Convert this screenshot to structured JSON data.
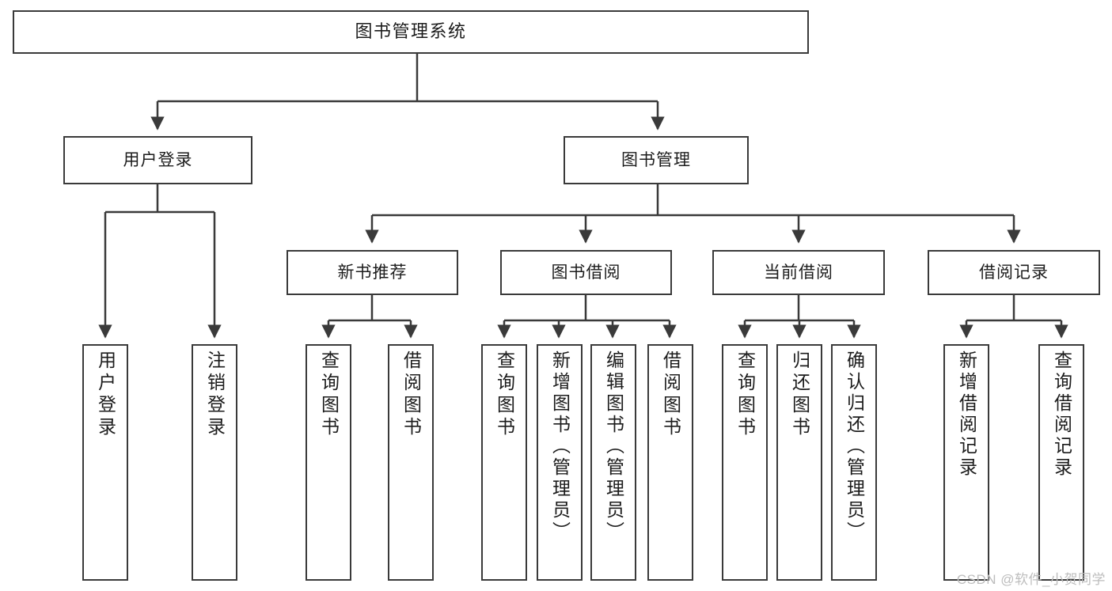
{
  "diagram": {
    "type": "tree-hierarchy",
    "title": "图书管理系统",
    "watermark": "CSDN @软件_小贺同学",
    "colors": {
      "stroke": "#3a3a3a",
      "fill": "#ffffff",
      "text": "#1c1c1c",
      "watermark": "#bdbdbd"
    },
    "nodes": {
      "root": {
        "label": "图书管理系统"
      },
      "level2": [
        {
          "id": "user-login",
          "label": "用户登录"
        },
        {
          "id": "book-manage",
          "label": "图书管理"
        }
      ],
      "level3": [
        {
          "id": "new-book-recommend",
          "label": "新书推荐"
        },
        {
          "id": "book-borrow",
          "label": "图书借阅"
        },
        {
          "id": "current-borrow",
          "label": "当前借阅"
        },
        {
          "id": "borrow-record",
          "label": "借阅记录"
        }
      ],
      "leaves": {
        "user-login": [
          {
            "id": "leaf-user-login",
            "label": "用户登录"
          },
          {
            "id": "leaf-logout",
            "label": "注销登录"
          }
        ],
        "new-book-recommend": [
          {
            "id": "leaf-query-book-1",
            "label": "查询图书"
          },
          {
            "id": "leaf-borrow-book-1",
            "label": "借阅图书"
          }
        ],
        "book-borrow": [
          {
            "id": "leaf-query-book-2",
            "label": "查询图书"
          },
          {
            "id": "leaf-add-book",
            "label": "新增图书（管理员）"
          },
          {
            "id": "leaf-edit-book",
            "label": "编辑图书（管理员）"
          },
          {
            "id": "leaf-borrow-book-2",
            "label": "借阅图书"
          }
        ],
        "current-borrow": [
          {
            "id": "leaf-query-book-3",
            "label": "查询图书"
          },
          {
            "id": "leaf-return-book",
            "label": "归还图书"
          },
          {
            "id": "leaf-confirm-return",
            "label": "确认归还（管理员）"
          }
        ],
        "borrow-record": [
          {
            "id": "leaf-add-record",
            "label": "新增借阅记录"
          },
          {
            "id": "leaf-query-record",
            "label": "查询借阅记录"
          }
        ]
      }
    }
  }
}
